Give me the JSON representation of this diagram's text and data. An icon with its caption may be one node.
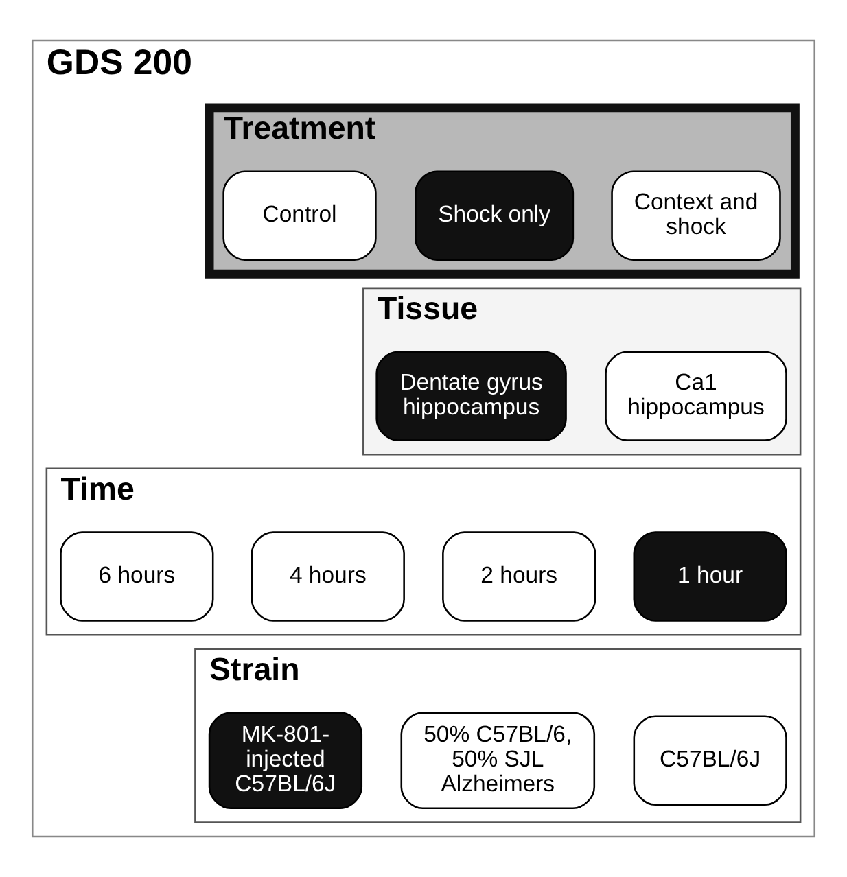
{
  "diagram": {
    "nodes": [
      {
        "text": [
          "GDS 200"
        ]
      },
      {
        "text": [
          "Treatment"
        ],
        "in": 0
      },
      {
        "text": [
          "Context and shock"
        ],
        "in": 1
      },
      {
        "text": [
          "Shock only"
        ],
        "in": 1
      },
      {
        "text": [
          "Control"
        ],
        "in": 1
      },
      {
        "text": [
          "Tissue"
        ],
        "in": 0
      },
      {
        "text": [
          "Ca1 hippocampus"
        ],
        "in": 5
      },
      {
        "text": [
          "Dentate gyrus hippocampus"
        ],
        "in": 5
      },
      {
        "text": [
          "Time"
        ],
        "in": 0
      },
      {
        "text": [
          "1 hour"
        ],
        "in": 8
      },
      {
        "text": [
          "2 hours"
        ],
        "in": 8
      },
      {
        "text": [
          "4 hours"
        ],
        "in": 8
      },
      {
        "text": [
          "6 hours"
        ],
        "in": 8
      },
      {
        "text": [
          "Strain"
        ],
        "in": 0
      },
      {
        "text": [
          "C57BL/6J"
        ],
        "in": 13
      },
      {
        "text": [
          "50% C57BL/6, 50% SJL Alzheimers"
        ],
        "in": 13
      },
      {
        "text": [
          "MK-801-injected C57BL/6J"
        ],
        "in": 13
      }
    ]
  }
}
